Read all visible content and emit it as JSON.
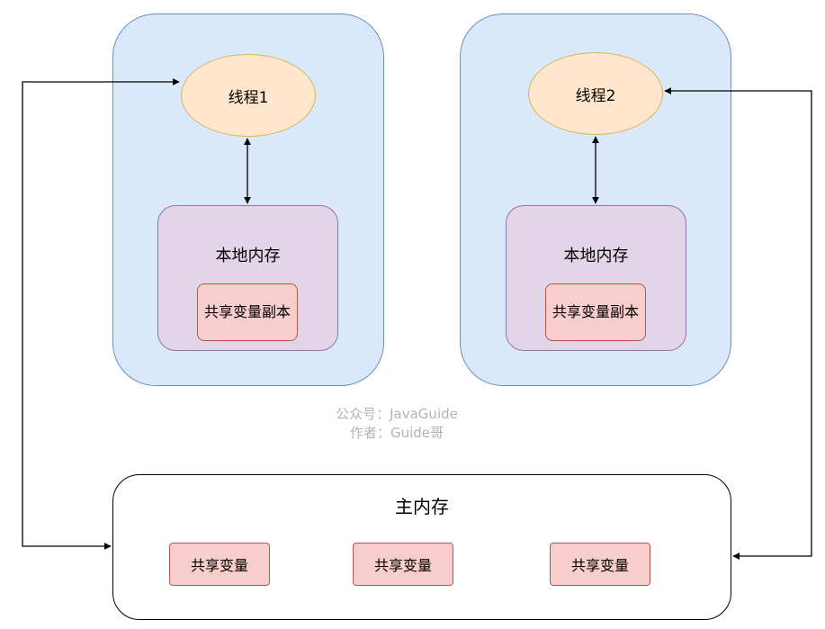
{
  "thread1": {
    "name": "线程1",
    "local_memory": "本地内存",
    "copy_label": "共享变量副本"
  },
  "thread2": {
    "name": "线程2",
    "local_memory": "本地内存",
    "copy_label": "共享变量副本"
  },
  "watermark": {
    "line1": "公众号：JavaGuide",
    "line2": "作者：Guide哥"
  },
  "main_memory": {
    "title": "主内存",
    "shared_vars": [
      "共享变量",
      "共享变量",
      "共享变量"
    ]
  },
  "colors": {
    "thread_group_fill": "#dae8fc",
    "thread_fill": "#ffe6cc",
    "local_memory_fill": "#e1d5e7",
    "variable_fill": "#f8cecc"
  }
}
